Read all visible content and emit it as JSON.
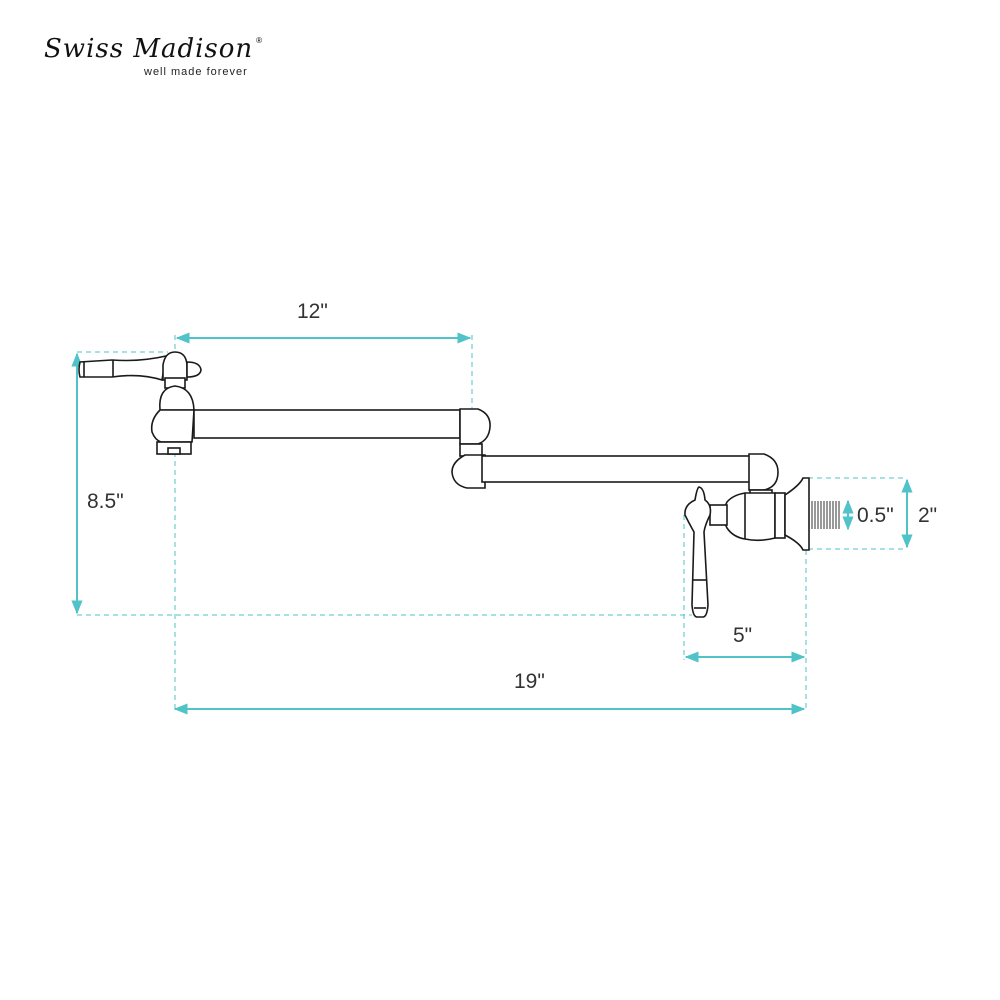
{
  "logo": {
    "brand": "Swiss Madison",
    "registered": "®",
    "tagline": "well made forever"
  },
  "dimensions": {
    "swing_arm": "12\"",
    "height": "8.5\"",
    "wall_to_handle": "5\"",
    "total_reach": "19\"",
    "inlet": "0.5\"",
    "flange": "2\""
  },
  "colors": {
    "dimension": "#4fc3c8",
    "outline": "#1a1a1a"
  }
}
